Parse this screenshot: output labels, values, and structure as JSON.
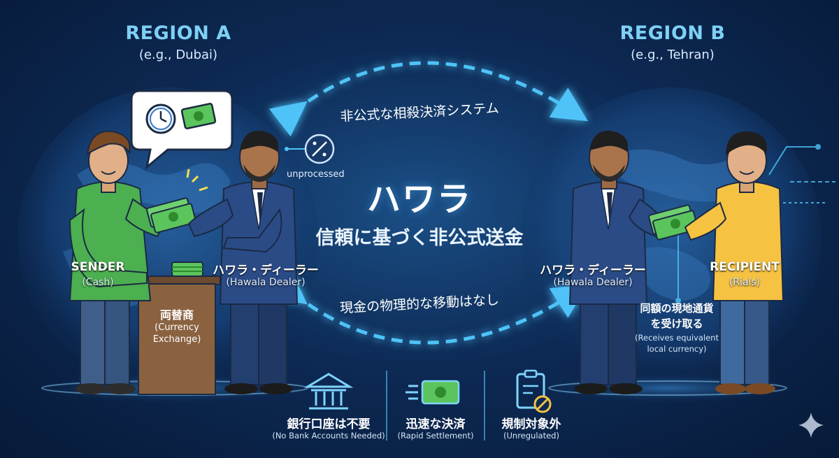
{
  "region_a": {
    "title": "REGION A",
    "subtitle": "(e.g., Dubai)"
  },
  "region_b": {
    "title": "REGION B",
    "subtitle": "(e.g., Tehran)"
  },
  "top_arc_label": "非公式な相殺決済システム",
  "bottom_arc_label": "現金の物理的な移動はなし",
  "center": {
    "title": "ハワラ",
    "subtitle": "信頼に基づく非公式送金"
  },
  "unprocessed_label": "unprocessed",
  "sender": {
    "label": "SENDER",
    "sub": "(Cash)"
  },
  "dealer_a": {
    "label": "ハワラ・ディーラー",
    "sub": "(Hawala Dealer)"
  },
  "dealer_b": {
    "label": "ハワラ・ディーラー",
    "sub": "(Hawala Dealer)"
  },
  "recipient": {
    "label": "RECIPIENT",
    "sub": "(Rials)"
  },
  "exchange_desk": {
    "label": "両替商",
    "sub_line1": "(Currency",
    "sub_line2": "Exchange)"
  },
  "receives": {
    "line1": "同額の現地通貨",
    "line2": "を受け取る",
    "sub_line1": "(Receives equivalent",
    "sub_line2": "local currency)"
  },
  "features": [
    {
      "label": "銀行口座は不要",
      "sub": "(No Bank Accounts Needed)",
      "icon": "bank-icon"
    },
    {
      "label": "迅速な決済",
      "sub": "(Rapid Settlement)",
      "icon": "money-icon"
    },
    {
      "label": "規制対象外",
      "sub": "(Unregulated)",
      "icon": "clipboard-no-icon"
    }
  ],
  "colors": {
    "accent": "#4fc3f7",
    "title_blue": "#7ed0f5",
    "background": "#0d2a55",
    "sender_shirt": "#4caf50",
    "recipient_shirt": "#f5c242",
    "suit": "#2a4b86",
    "desk": "#8a6240",
    "cash": "#6fcf6f"
  }
}
